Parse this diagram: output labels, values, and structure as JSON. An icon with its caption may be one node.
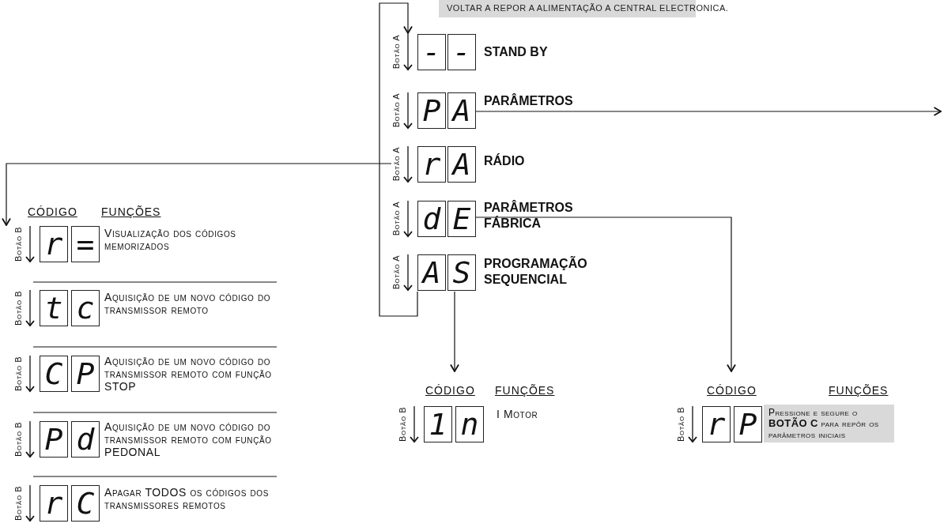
{
  "diagram": {
    "nodes": [
      {
        "text": [
          "VOLTAR A REPOR A ALIMENTAÇÃO A CENTRAL ELECTRONICA."
        ]
      },
      {
        "text": [
          "-",
          "-"
        ],
        "beside": [
          "Botão A",
          "STAND BY"
        ]
      },
      {
        "text": [
          "P",
          "A"
        ],
        "beside": [
          "Botão A",
          "PARÂMETROS"
        ]
      },
      {
        "text": [
          "r",
          "A"
        ],
        "beside": [
          "Botão A",
          "RÁDIO"
        ]
      },
      {
        "text": [
          "d",
          "E"
        ],
        "beside": [
          "Botão A",
          "PARÂMETROS FÁBRICA"
        ]
      },
      {
        "text": [
          "A",
          "S"
        ],
        "beside": [
          "Botão A",
          "PROGRAMAÇÃO SEQUENCIAL"
        ]
      },
      {
        "text": [
          "r",
          "="
        ],
        "beside": [
          "Botão B",
          "Visualização dos códigos memorizados"
        ]
      },
      {
        "text": [
          "t",
          "c"
        ],
        "beside": [
          "Botão B",
          "Aquisição de um novo código do transmissor remoto"
        ]
      },
      {
        "text": [
          "C",
          "P"
        ],
        "beside": [
          "Botão B",
          "Aquisição de um novo código do transmissor remoto com função STOP"
        ]
      },
      {
        "text": [
          "P",
          "d"
        ],
        "beside": [
          "Botão B",
          "Aquisição de um novo código do transmissor remoto com função PEDONAL"
        ]
      },
      {
        "text": [
          "r",
          "C"
        ],
        "beside": [
          "Botão B",
          "Apagar TODOS os códigos dos transmissores remotos"
        ]
      },
      {
        "text": [
          "1",
          "n"
        ],
        "beside": [
          "Botão B",
          "I Motor"
        ]
      },
      {
        "text": [
          "r",
          "P"
        ],
        "beside": [
          "Botão B",
          "Pressione e segure o **BOTÃO C** para repôr os parâmetros iniciais"
        ]
      }
    ],
    "edges": [
      {
        "from": 5,
        "to": 1,
        "arrow": "to"
      },
      {
        "from": 2,
        "to": null,
        "arrow": "to"
      },
      {
        "from": 3,
        "to": 6,
        "arrow": "to"
      },
      {
        "from": 4,
        "to": 12,
        "arrow": "to"
      },
      {
        "from": 5,
        "to": 11,
        "arrow": "to"
      }
    ],
    "labels": [
      "CÓDIGO",
      "FUNÇÕES",
      "CÓDIGO",
      "FUNÇÕES",
      "CÓDIGO",
      "FUNÇÕES"
    ]
  }
}
